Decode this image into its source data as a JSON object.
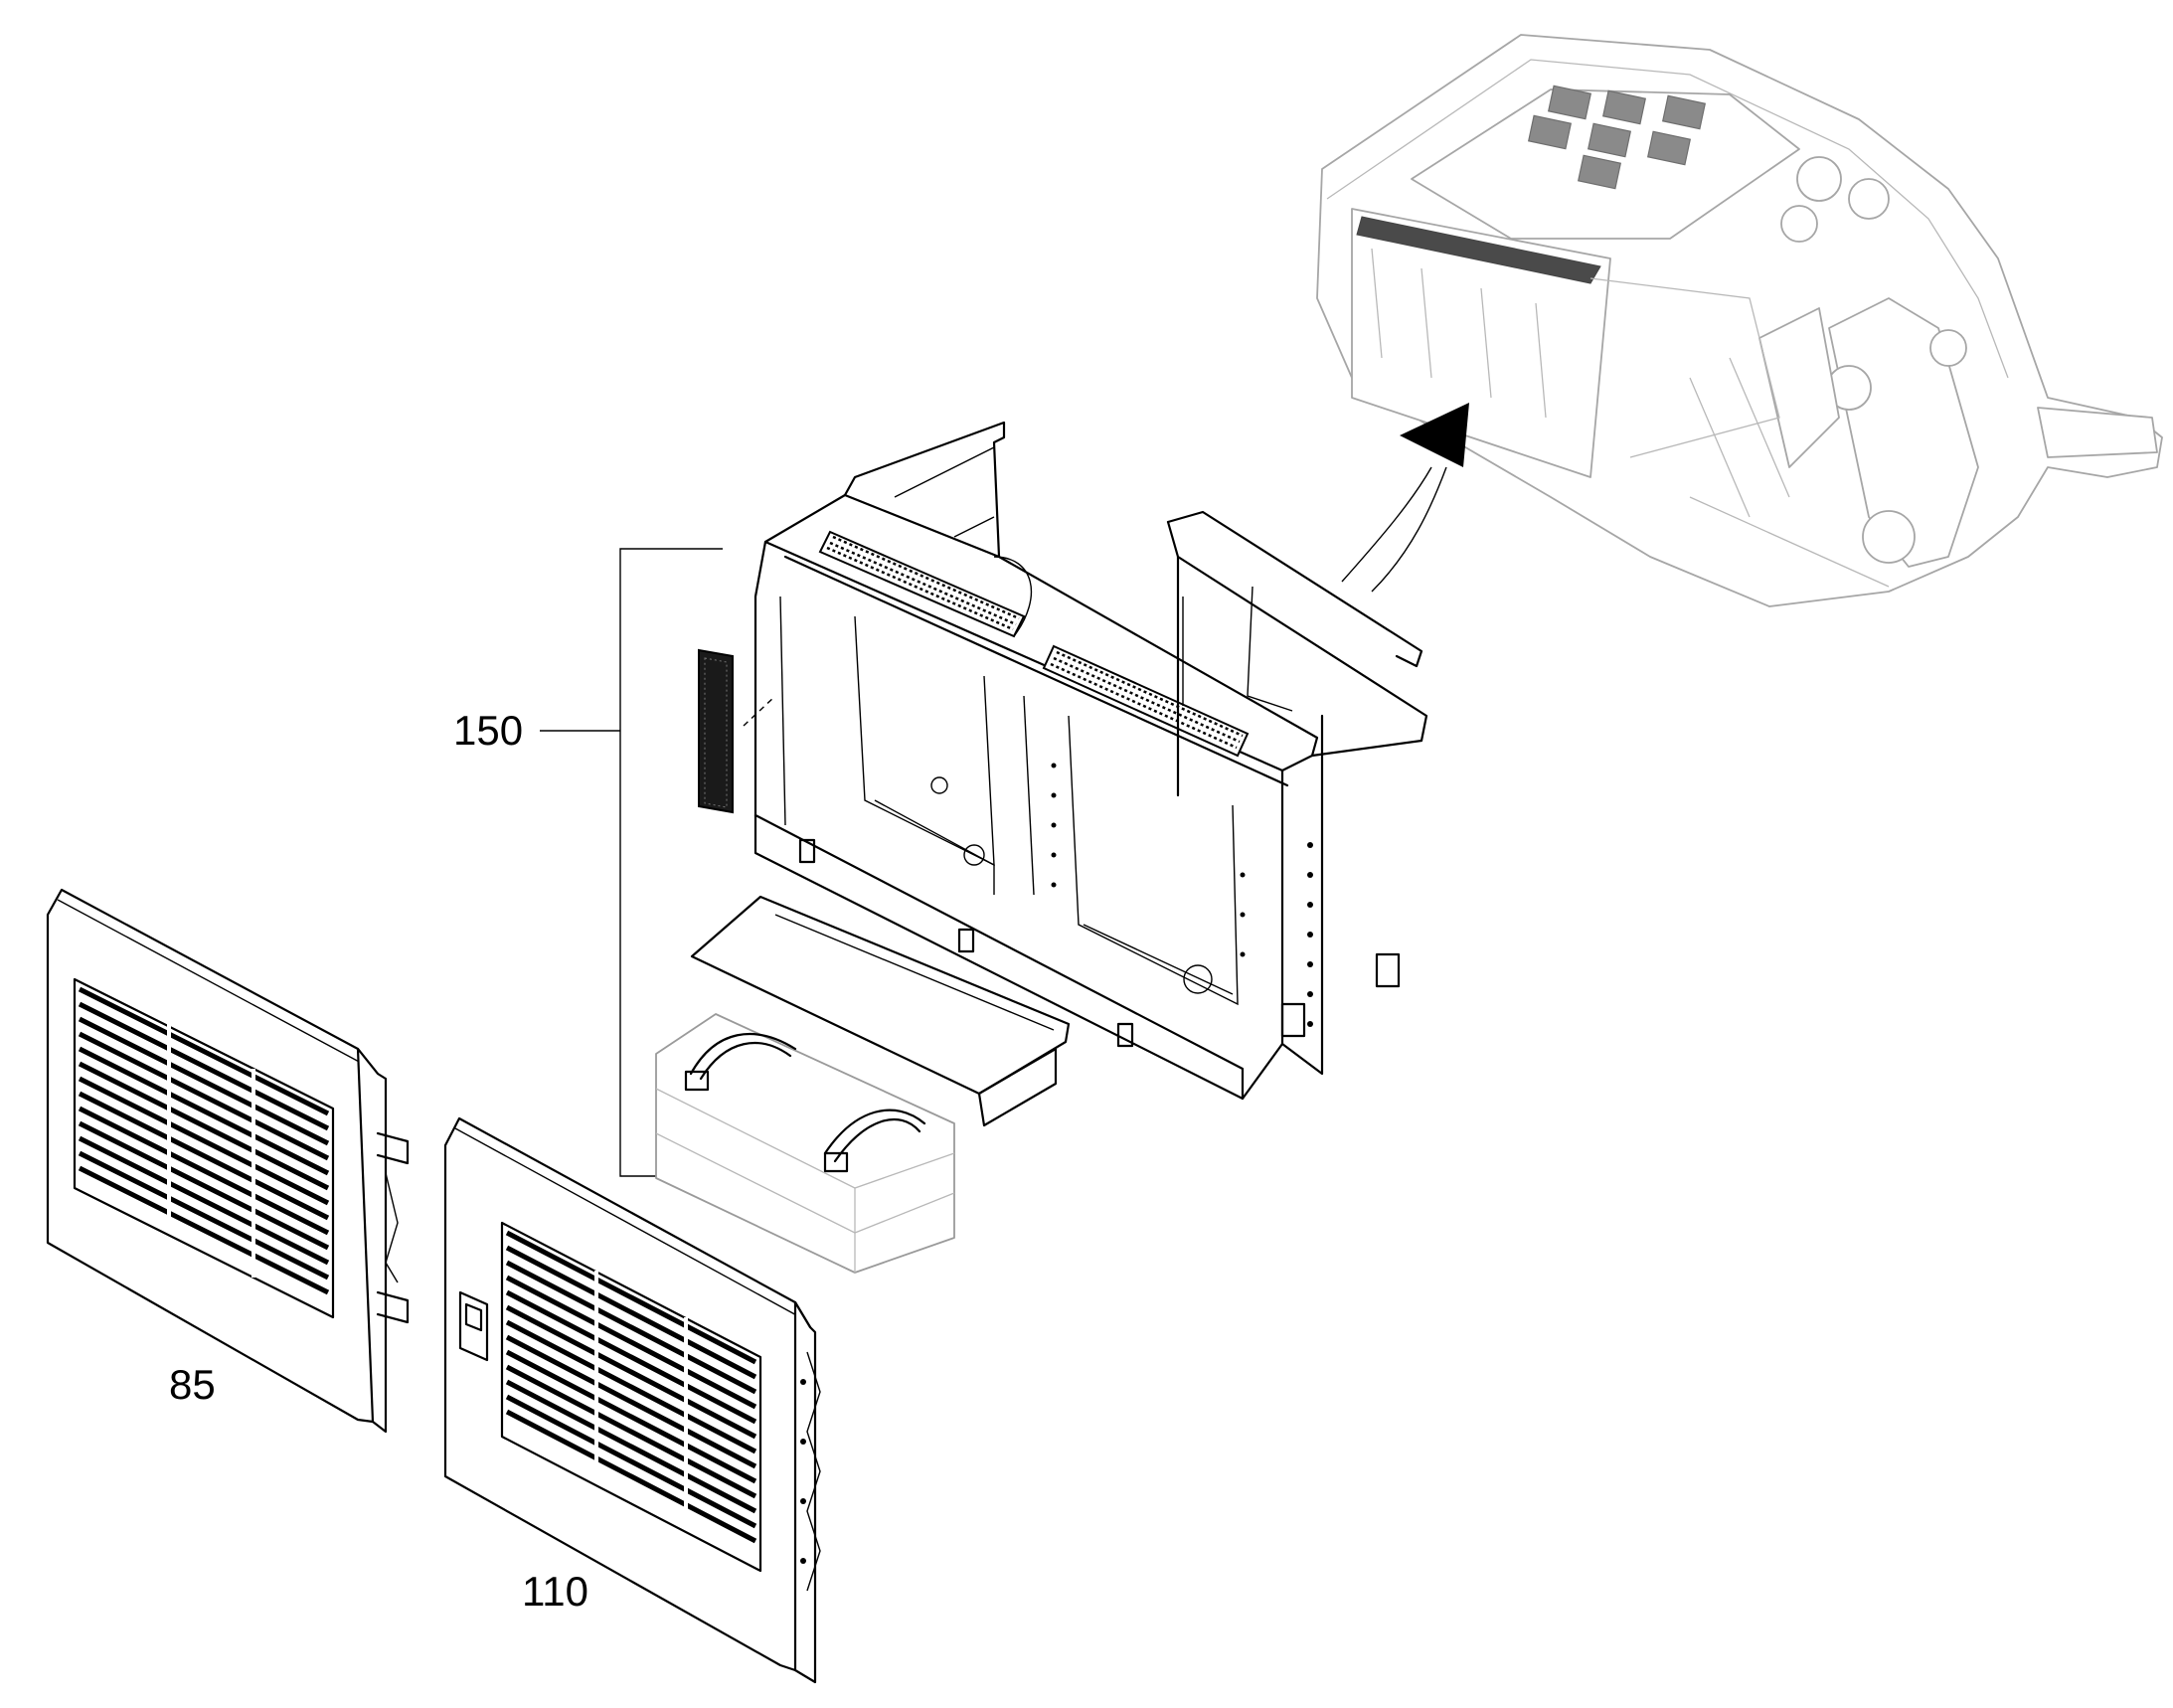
{
  "callouts": {
    "frame_assembly": "150",
    "left_door": "85",
    "right_door": "110"
  },
  "colors": {
    "line": "#000000",
    "ghost_line": "#a6a6a6",
    "background": "#ffffff"
  }
}
